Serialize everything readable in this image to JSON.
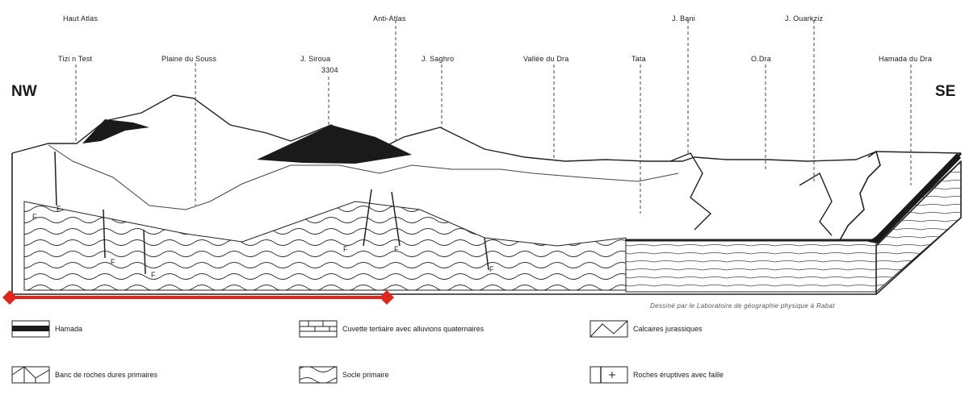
{
  "labels": {
    "haut_atlas": "Haut   Atlas",
    "tizi_n_test": "Tizi n Test",
    "plaine_souss": "Plaine du Souss",
    "j_siroua": "J. Siroua",
    "j_siroua_alt": "3304",
    "anti_atlas": "Anti-Atlas",
    "j_saghro": "J. Saghro",
    "vallee_dra": "Vallée du Dra",
    "tata": "Tata",
    "j_bani": "J. Bani",
    "o_dra": "O.Dra",
    "j_ouarkziz": "J. Ouarkziz",
    "hamada_dra": "Hamada du Dra"
  },
  "orientation": {
    "left": "NW",
    "right": "SE"
  },
  "credit": "Dessiné par le Laboratoire de géographie physique à Rabat",
  "legend": [
    {
      "icon": "hamada-swatch",
      "label": "Hamada"
    },
    {
      "icon": "cuvette-swatch",
      "label": "Cuvette tertiaire avec alluvions quaternaires"
    },
    {
      "icon": "calcaires-swatch",
      "label": "Calcaires jurassiques"
    },
    {
      "icon": "banc-swatch",
      "label": "Banc de roches dures primaires"
    },
    {
      "icon": "socle-swatch",
      "label": "Socle primaire"
    },
    {
      "icon": "eruptives-swatch",
      "label": "Roches éruptives avec faille"
    }
  ],
  "fault_marker": "F",
  "colors": {
    "ink": "#1a1a1a",
    "scale_bar": "#e3241b",
    "paper": "#ffffff"
  }
}
